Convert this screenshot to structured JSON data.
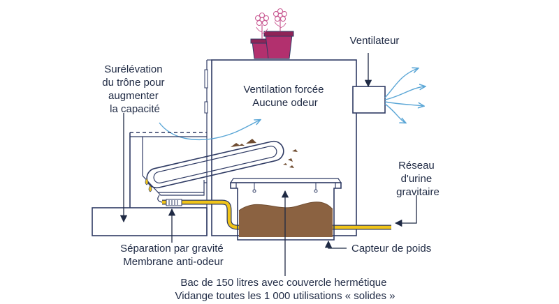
{
  "labels": {
    "surelevation": [
      "Surélévation",
      "du trône pour",
      "augmenter",
      "la capacité"
    ],
    "ventilation": [
      "Ventilation forcée",
      "Aucune odeur"
    ],
    "ventilateur": "Ventilateur",
    "reseau": [
      "Réseau",
      "d'urine",
      "gravitaire"
    ],
    "capteur": "Capteur de poids",
    "separation": [
      "Séparation par gravité",
      "Membrane anti-odeur"
    ],
    "bac": [
      "Bac de 150 litres avec couvercle hermétique",
      "Vidange toutes les 1 000 utilisations « solides »"
    ]
  },
  "icons": {
    "flowers": "flower-pots-icon",
    "fan": "fan-box-icon",
    "airflow": "airflow-arrows-icon"
  },
  "colors": {
    "line": "#2e3a63",
    "text": "#1f2a44",
    "urine": "#f0c419",
    "compost": "#8b6241",
    "compost_dark": "#6e4b2f",
    "air": "#5aa6d6",
    "pot": "#b2306e",
    "flower": "#c95b93"
  }
}
